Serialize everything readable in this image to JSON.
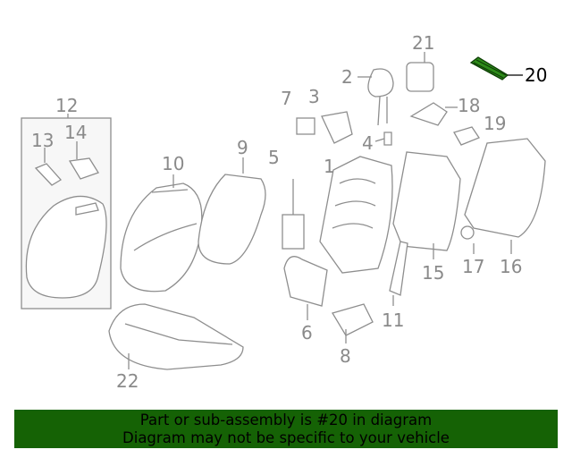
{
  "diagram": {
    "highlighted_part": "20",
    "highlight_color": "#2e8b1a",
    "callouts": [
      "1",
      "2",
      "3",
      "4",
      "5",
      "6",
      "7",
      "8",
      "9",
      "10",
      "11",
      "12",
      "13",
      "14",
      "15",
      "16",
      "17",
      "18",
      "19",
      "20",
      "21",
      "22"
    ]
  },
  "banner": {
    "line1": "Part or sub-assembly is #20 in diagram",
    "line2": "Diagram may not be specific to your vehicle",
    "background": "#156205"
  }
}
